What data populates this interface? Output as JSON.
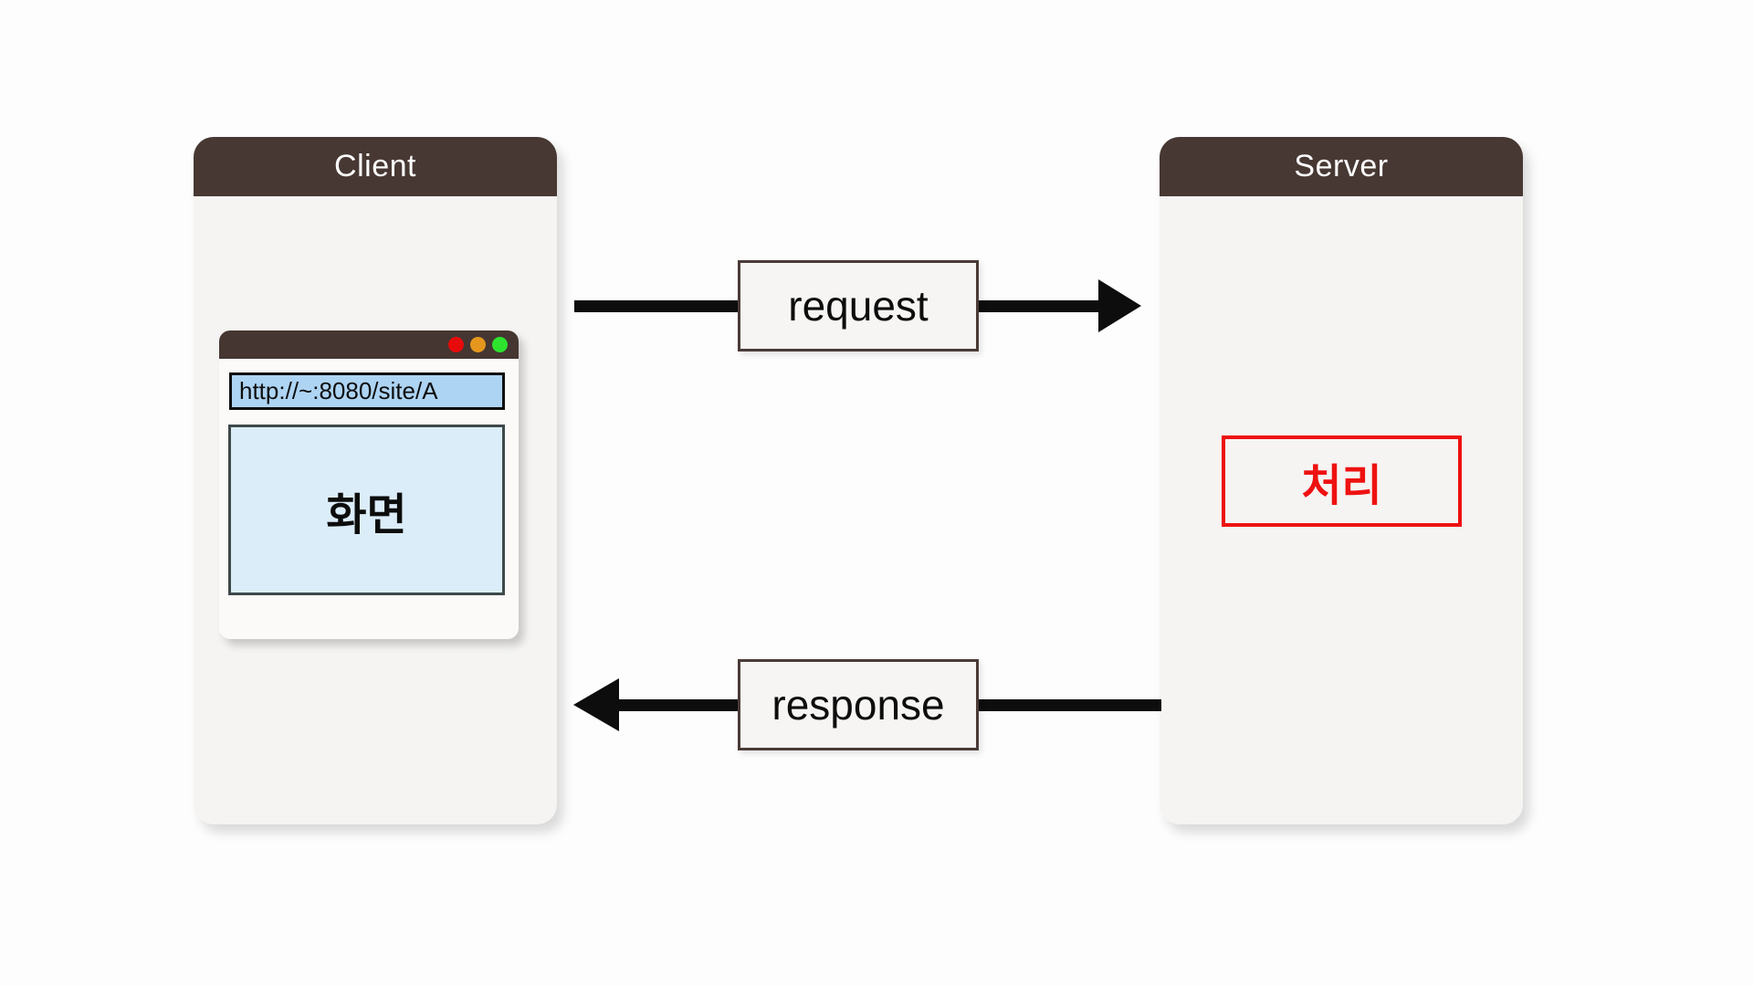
{
  "diagram": {
    "client": {
      "title": "Client",
      "browser": {
        "url": "http://~:8080/site/A",
        "screen_label": "화면",
        "traffic_lights": [
          "close",
          "minimize",
          "maximize"
        ]
      }
    },
    "server": {
      "title": "Server",
      "process_label": "처리"
    },
    "arrows": {
      "request_label": "request",
      "response_label": "response",
      "request_direction": "client-to-server",
      "response_direction": "server-to-client"
    }
  },
  "colors": {
    "header_brown": "#473833",
    "titlebar_brown": "#453631",
    "panel_bg": "#f5f4f2",
    "page_bg": "#fdfdfd",
    "box_border": "#4a3b37",
    "box_bg": "#f6f5f3",
    "url_bar_blue": "#aed4f3",
    "screen_blue": "#dcedfa",
    "screen_border": "#3e4949",
    "process_red": "#ee1111",
    "arrow_black": "#0d0d0d",
    "traffic_red": "#e80b0b",
    "traffic_orange": "#e5971d",
    "traffic_green": "#2ee32e"
  }
}
